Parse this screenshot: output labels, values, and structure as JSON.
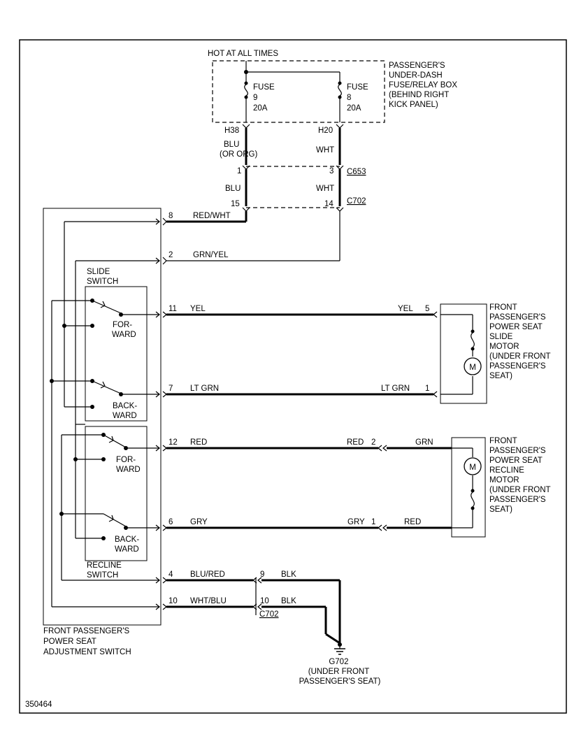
{
  "labels": {
    "hot_at_all_times": "HOT AT ALL TIMES",
    "fuse_box": [
      "PASSENGER'S",
      "UNDER-DASH",
      "FUSE/RELAY BOX",
      "(BEHIND RIGHT",
      "KICK PANEL)"
    ],
    "fuse9": [
      "FUSE",
      "9",
      "20A"
    ],
    "fuse8": [
      "FUSE",
      "8",
      "20A"
    ],
    "h38": "H38",
    "h20": "H20",
    "blu_or_org": [
      "BLU",
      "(OR ORG)"
    ],
    "wht_1": "WHT",
    "blu_2": "BLU",
    "wht_2": "WHT",
    "pin_1": "1",
    "pin_3": "3",
    "pin_15": "15",
    "pin_14": "14",
    "c653": "C653",
    "c702_top": "C702",
    "c702_bottom": "C702",
    "slide_switch": [
      "SLIDE",
      "SWITCH"
    ],
    "forward_1": [
      "FOR-",
      "WARD"
    ],
    "backward_1": [
      "BACK-",
      "WARD"
    ],
    "forward_2": [
      "FOR-",
      "WARD"
    ],
    "backward_2": [
      "BACK-",
      "WARD"
    ],
    "recline_switch": [
      "RECLINE",
      "SWITCH"
    ],
    "adjustment_switch": [
      "FRONT PASSENGER'S",
      "POWER SEAT",
      "ADJUSTMENT SWITCH"
    ],
    "slide_motor": [
      "FRONT",
      "PASSENGER'S",
      "POWER SEAT",
      "SLIDE",
      "MOTOR",
      "(UNDER FRONT",
      "PASSENGER'S",
      "SEAT)"
    ],
    "recline_motor": [
      "FRONT",
      "PASSENGER'S",
      "POWER SEAT",
      "RECLINE",
      "MOTOR",
      "(UNDER FRONT",
      "PASSENGER'S",
      "SEAT)"
    ],
    "motor_symbol": "M",
    "ground": [
      "G702",
      "(UNDER FRONT",
      "PASSENGER'S SEAT)"
    ],
    "diagram_id": "350464"
  },
  "wires": {
    "w8": {
      "pin": "8",
      "color": "RED/WHT"
    },
    "w2": {
      "pin": "2",
      "color": "GRN/YEL"
    },
    "w11": {
      "pin": "11",
      "color": "YEL",
      "far_color": "YEL",
      "far_pin": "5"
    },
    "w7": {
      "pin": "7",
      "color": "LT GRN",
      "far_color": "LT GRN",
      "far_pin": "1"
    },
    "w12": {
      "pin": "12",
      "color": "RED",
      "far_color": "RED",
      "far_pin": "2",
      "motor_color": "GRN"
    },
    "w6": {
      "pin": "6",
      "color": "GRY",
      "far_color": "GRY",
      "far_pin": "1",
      "motor_color": "RED"
    },
    "w4": {
      "pin": "4",
      "color": "BLU/RED",
      "conn_pin": "9",
      "far_color": "BLK"
    },
    "w10": {
      "pin": "10",
      "color": "WHT/BLU",
      "conn_pin": "10",
      "far_color": "BLK"
    }
  }
}
